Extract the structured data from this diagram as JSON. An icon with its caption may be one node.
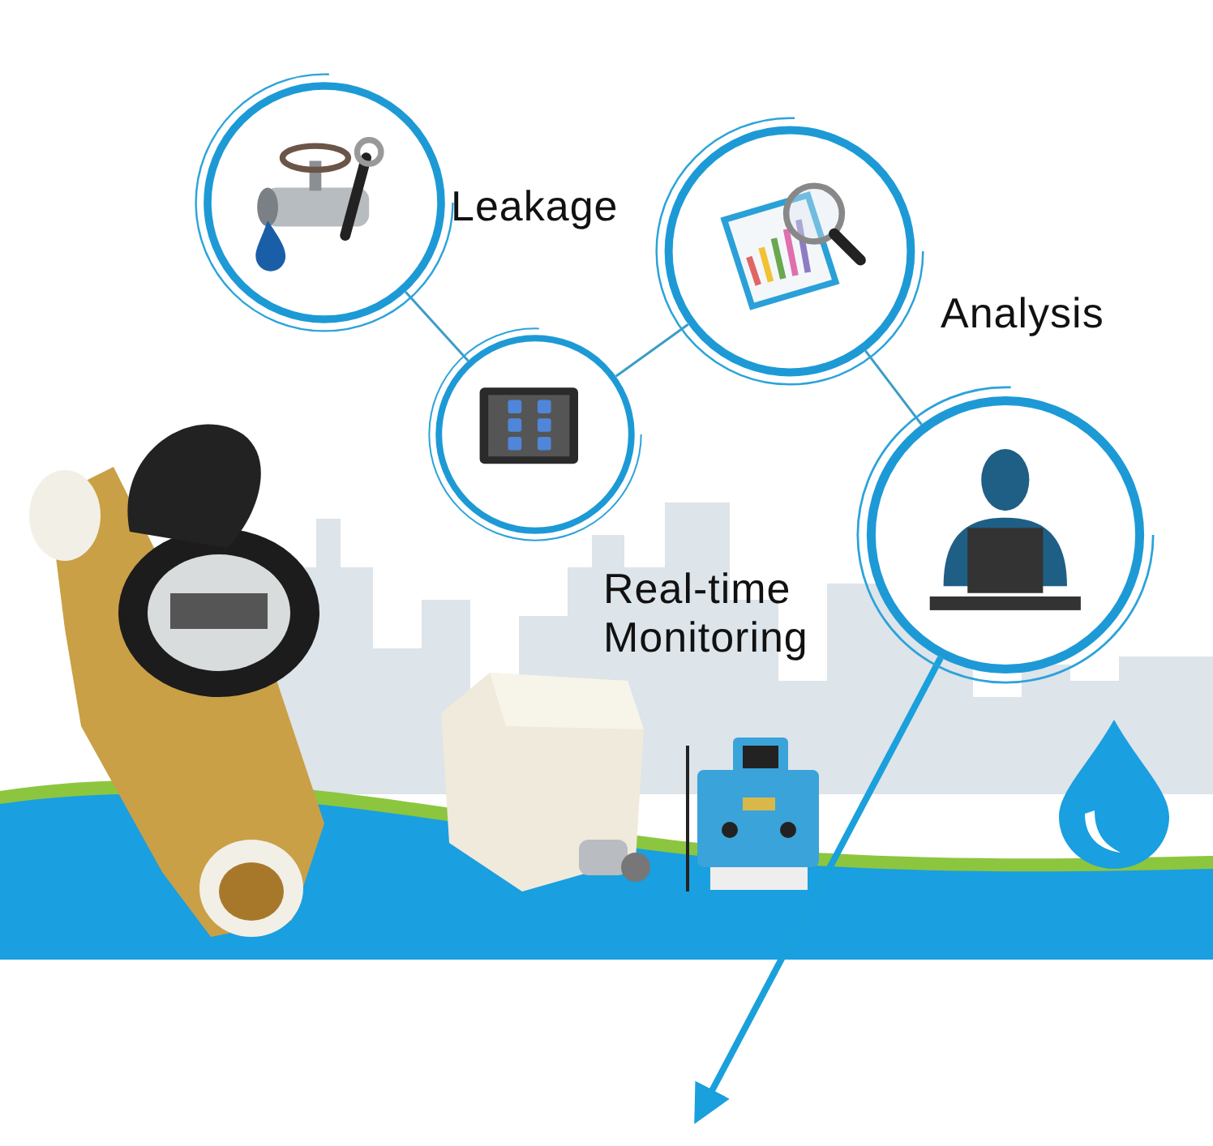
{
  "diagram": {
    "nodes": [
      {
        "text": [],
        "shape": "picture",
        "beside": [
          "Leakage"
        ]
      },
      {
        "text": [],
        "shape": "picture"
      },
      {
        "text": [],
        "shape": "picture",
        "beside": [
          "Analysis"
        ]
      },
      {
        "text": [],
        "shape": "picture",
        "beside": [
          "Real-time Monitoring"
        ]
      }
    ],
    "edges": [
      {
        "from": 0,
        "to": 1,
        "arrow": "none"
      },
      {
        "from": 1,
        "to": 2,
        "arrow": "none"
      },
      {
        "from": 2,
        "to": 3,
        "arrow": "none"
      },
      {
        "from": 3,
        "to": null,
        "arrow": "to",
        "style": "thick"
      }
    ]
  }
}
